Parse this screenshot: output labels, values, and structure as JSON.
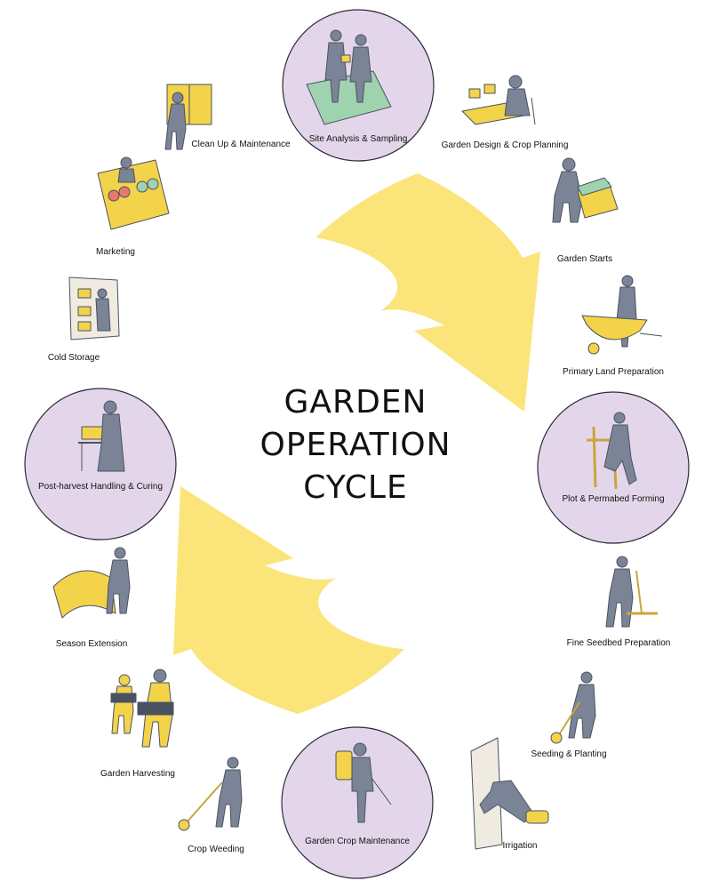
{
  "title": {
    "line1": "GARDEN",
    "line2": "OPERATION",
    "line3": "CYCLE"
  },
  "colors": {
    "circle_fill": "#e4d6ea",
    "circle_stroke": "#2b2b3a",
    "arrow": "#fbe47a",
    "figure": "#7a8496",
    "figure_dark": "#4a5262",
    "accent_yellow": "#f3d34a"
  },
  "stages": [
    {
      "id": "site-analysis",
      "label": "Site Analysis & Sampling",
      "highlighted": true,
      "icon": "two-people-on-map-icon"
    },
    {
      "id": "garden-design",
      "label": "Garden Design & Crop Planning",
      "highlighted": false,
      "icon": "person-at-desk-icon"
    },
    {
      "id": "garden-starts",
      "label": "Garden Starts",
      "highlighted": false,
      "icon": "seed-tray-icon"
    },
    {
      "id": "primary-land-prep",
      "label": "Primary Land Preparation",
      "highlighted": false,
      "icon": "wheelbarrow-icon"
    },
    {
      "id": "plot-permabed",
      "label": "Plot & Permabed Forming",
      "highlighted": true,
      "icon": "broadfork-icon"
    },
    {
      "id": "fine-seedbed",
      "label": "Fine Seedbed Preparation",
      "highlighted": false,
      "icon": "rake-icon"
    },
    {
      "id": "seeding-planting",
      "label": "Seeding & Planting",
      "highlighted": false,
      "icon": "seeder-icon"
    },
    {
      "id": "irrigation",
      "label": "Irrigation",
      "highlighted": false,
      "icon": "drip-line-icon"
    },
    {
      "id": "crop-maintenance",
      "label": "Garden  Crop Maintenance",
      "highlighted": true,
      "icon": "backpack-sprayer-icon"
    },
    {
      "id": "crop-weeding",
      "label": "Crop Weeding",
      "highlighted": false,
      "icon": "wheel-hoe-icon"
    },
    {
      "id": "garden-harvesting",
      "label": "Garden Harvesting",
      "highlighted": false,
      "icon": "harvest-crates-icon"
    },
    {
      "id": "season-extension",
      "label": "Season Extension",
      "highlighted": false,
      "icon": "row-cover-icon"
    },
    {
      "id": "post-harvest",
      "label": "Post-harvest Handling & Curing",
      "highlighted": true,
      "icon": "wash-table-icon"
    },
    {
      "id": "cold-storage",
      "label": "Cold Storage",
      "highlighted": false,
      "icon": "walk-in-cooler-icon"
    },
    {
      "id": "marketing",
      "label": "Marketing",
      "highlighted": false,
      "icon": "market-stand-icon"
    },
    {
      "id": "clean-up",
      "label": "Clean Up & Maintenance",
      "highlighted": false,
      "icon": "shed-tools-icon"
    }
  ]
}
